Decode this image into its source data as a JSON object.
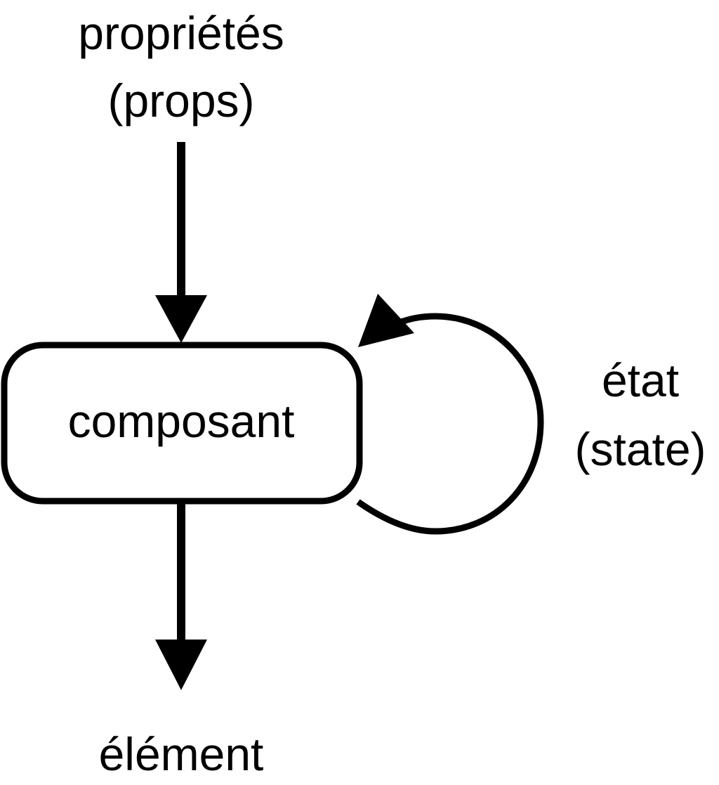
{
  "diagram": {
    "input": {
      "line1": "propriétés",
      "line2": "(props)"
    },
    "node": {
      "label": "composant"
    },
    "self_loop": {
      "line1": "état",
      "line2": "(state)"
    },
    "output": {
      "label": "élément"
    }
  },
  "colors": {
    "stroke": "#000000",
    "background": "#ffffff"
  }
}
